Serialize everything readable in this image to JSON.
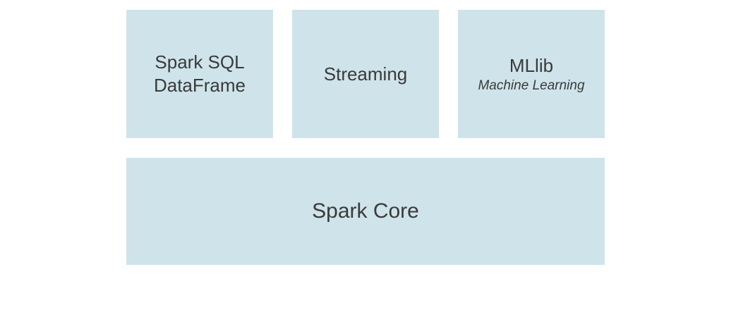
{
  "components": {
    "sql": {
      "line1": "Spark SQL",
      "line2": "DataFrame"
    },
    "streaming": {
      "label": "Streaming"
    },
    "mllib": {
      "label": "MLlib",
      "sublabel": "Machine Learning"
    },
    "core": {
      "label": "Spark Core"
    }
  },
  "colors": {
    "box_fill": "#cee4ea",
    "text": "#3a3a3a",
    "background": "#ffffff"
  }
}
